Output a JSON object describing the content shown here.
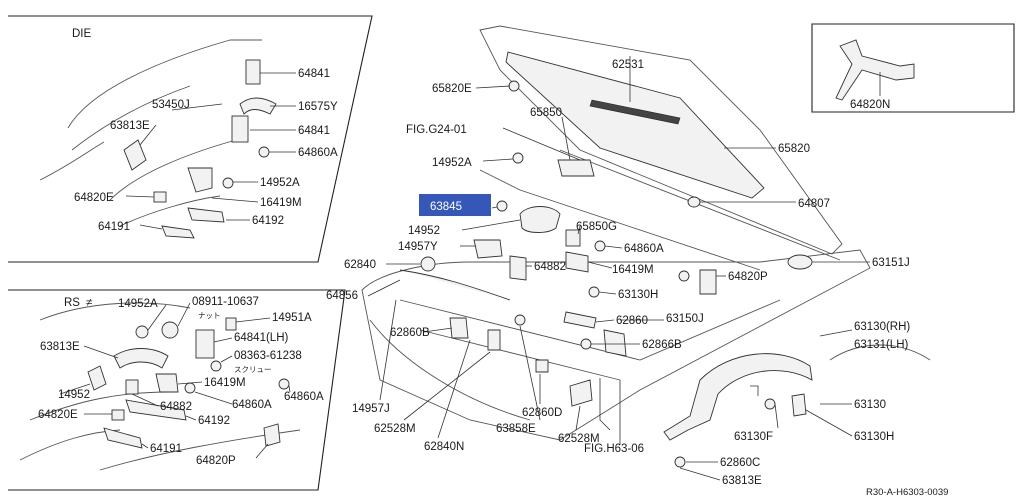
{
  "colors": {
    "highlight": "#3557b8",
    "line": "#333333"
  },
  "insets": {
    "die_title": "DIE",
    "rs_title": "RS",
    "rs_mark": "≠",
    "nut_note": "ナット",
    "screw_note": "スクリュー"
  },
  "highlighted_part": "63845",
  "labels": {
    "p64841_top": "64841",
    "p53450j": "53450J",
    "p16575y": "16575Y",
    "p63813e_die": "63813E",
    "p64841_mid": "64841",
    "p64860a_die": "64860A",
    "p14952a_die": "14952A",
    "p64820e_die": "64820E",
    "p16419m_die": "16419M",
    "p64191_die": "64191",
    "p64192_die": "64192",
    "p14952a_rs": "14952A",
    "p08911": "08911-10637",
    "p14951a": "14951A",
    "p64841lh": "64841(LH)",
    "p63813e_rs": "63813E",
    "p08363": "08363-61238",
    "p16419m_rs": "16419M",
    "p64860a_rs1": "64860A",
    "p64860a_rs2": "64860A",
    "p14952_rs": "14952",
    "p64882_rs": "64882",
    "p64820e_rs": "64820E",
    "p64192_rs": "64192",
    "p64191_rs": "64191",
    "p64820p_rs": "64820P",
    "p62531": "62531",
    "p65820e": "65820E",
    "p65850": "65850",
    "fig_g24": "FIG.G24-01",
    "p65820": "65820",
    "p14952a_main": "14952A",
    "p64807": "64807",
    "p14952_main": "14952",
    "p65850g": "65850G",
    "p14957y": "14957Y",
    "p64860a_main": "64860A",
    "p62840": "62840",
    "p64882_main": "64882",
    "p16419m_main": "16419M",
    "p63151j": "63151J",
    "p64820p_main": "64820P",
    "p64856": "64856",
    "p63130h_top": "63130H",
    "p62860_top": "62860",
    "p63150j": "63150J",
    "p62860b": "62860B",
    "p63130rh": "63130(RH)",
    "p63131lh": "63131(LH)",
    "p62866b": "62866B",
    "p14957j": "14957J",
    "p63130": "63130",
    "p62860d": "62860D",
    "p62528m_left": "62528M",
    "p63858e": "63858E",
    "p62528m_right": "62528M",
    "p63130f": "63130F",
    "p63130h_bottom": "63130H",
    "p62840n": "62840N",
    "fig_h63": "FIG.H63-06",
    "p62860c": "62860C",
    "p63813e_bottom": "63813E",
    "p64820n": "64820N",
    "ref_code": "R30-A-H6303-0039"
  }
}
